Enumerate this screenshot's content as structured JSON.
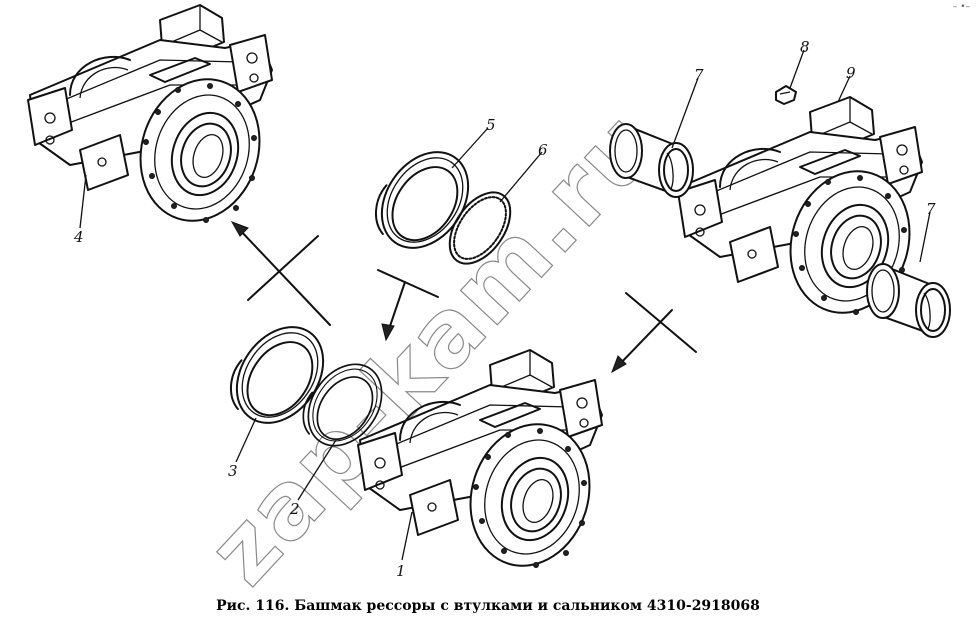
{
  "caption": "Рис. 116. Башмак рессоры с втулками и сальником 4310-2918068",
  "watermark": "zap-kam.ru",
  "corner_mark": "– •–",
  "callouts": {
    "c1": "1",
    "c2": "2",
    "c3": "3",
    "c4": "4",
    "c5": "5",
    "c6": "6",
    "c7a": "7",
    "c7b": "7",
    "c8": "8",
    "c9": "9"
  }
}
